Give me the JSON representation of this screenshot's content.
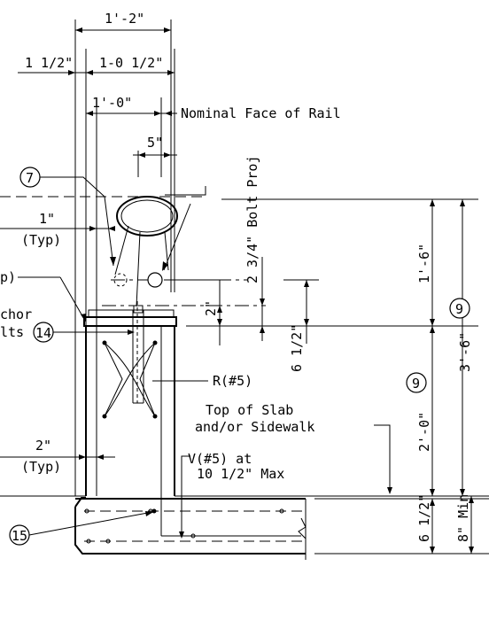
{
  "dimensions": {
    "overall_width": "1'-2\"",
    "left_offset": "1 1/2\"",
    "post_width": "1-0 1/2\"",
    "one_foot": "1'-0\"",
    "nominal_face": "Nominal Face of Rail",
    "five_in": "5\"",
    "one_in": "1\"",
    "typ": "(Typ)",
    "bolt_proj": "2 3/4\" Bolt Proj",
    "two_in_vert": "2\"",
    "six_half_vert": "6 1/2\"",
    "one_six": "1'-6\"",
    "three_six": "3'-6\"",
    "two_zero": "2'-0\"",
    "two_in_horiz": "2\"",
    "typ2": "(Typ)",
    "six_half_bottom": "6 1/2\"",
    "eight_min": "8\" Min",
    "r5": "R(#5)",
    "top_slab_1": "Top of Slab",
    "top_slab_2": "and/or Sidewalk",
    "v5_1": "V(#5) at",
    "v5_2": "10 1/2\" Max",
    "anchor_1": "chor",
    "anchor_2": "lts",
    "partial_label": "p)"
  },
  "callouts": {
    "c7": "7",
    "c14": "14",
    "c15": "15",
    "c9a": "9",
    "c9b": "9"
  }
}
